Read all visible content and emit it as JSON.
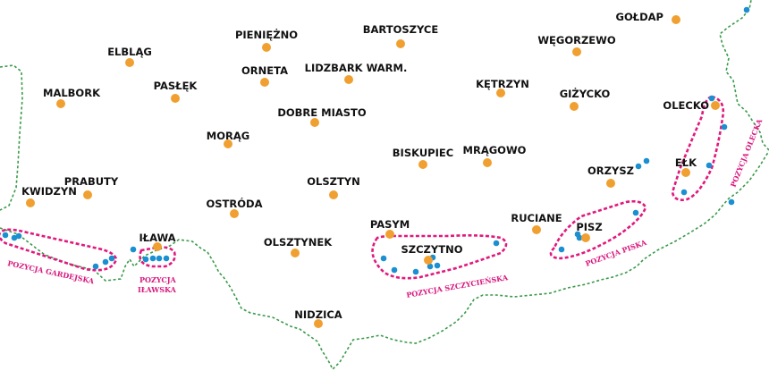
{
  "colors": {
    "border": "#3a9a4a",
    "position_outline": "#e0197d",
    "town_dot": "#f0a030",
    "marker": "#1b8fd0",
    "label_pink": "#d8177e"
  },
  "towns": {
    "goldap": "GOŁDAP",
    "bartoszyce": "BARTOSZYCE",
    "pieniezno": "PIENIĘŻNO",
    "wegorzewo": "WĘGORZEWO",
    "elblag": "ELBLĄG",
    "orneta": "ORNETA",
    "lidzbark": "LIDZBARK WARM.",
    "malbork": "MALBORK",
    "paslek": "PASŁĘK",
    "ketrzyn": "KĘTRZYN",
    "gizycko": "GIŻYCKO",
    "olecko": "OLECKO",
    "dobre_miasto": "DOBRE MIASTO",
    "morag": "MORĄG",
    "biskupiec": "BISKUPIEC",
    "mragowo": "MRĄGOWO",
    "elk": "EŁK",
    "orzysz": "ORZYSZ",
    "prabuty": "PRABUTY",
    "kwidzyn": "KWIDZYN",
    "olsztyn": "OLSZTYN",
    "ostroda": "OSTRÓDA",
    "pasym": "PASYM",
    "ruciane": "RUCIANE",
    "pisz": "PISZ",
    "ilawa": "IŁAWA",
    "olsztynek": "OLSZTYNEK",
    "szczytno": "SZCZYTNO",
    "nidzica": "NIDZICA"
  },
  "positions": {
    "gardejska": "POZYCJA GARDEJSKA",
    "ilawska_1": "POZYCJA",
    "ilawska_2": "IŁAWSKA",
    "szczycienska": "POZYCJA SZCZYCIEŃSKA",
    "piska": "POZYCJA PISKA",
    "olecka": "POZYCJA OLECKA"
  }
}
